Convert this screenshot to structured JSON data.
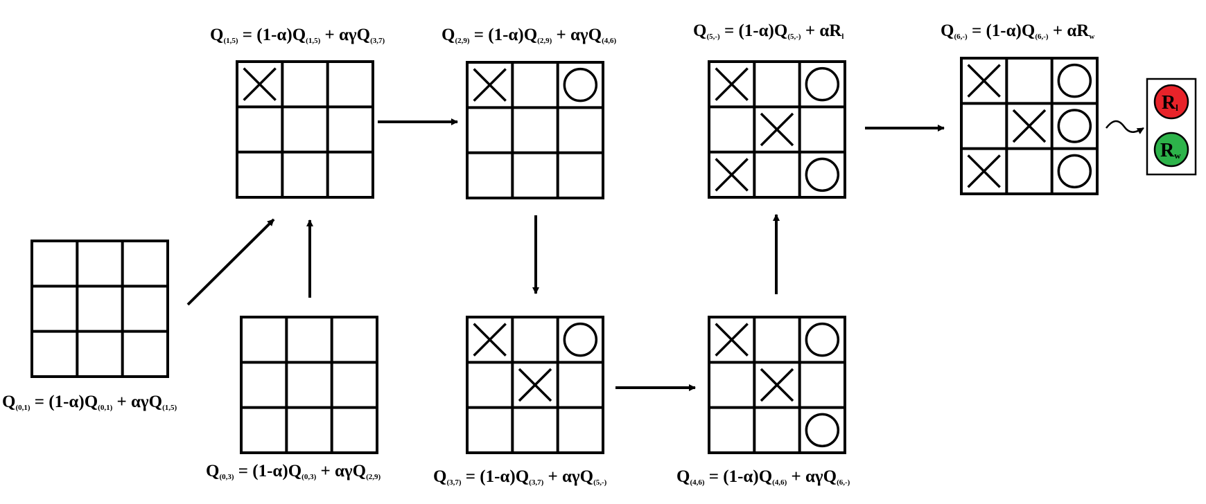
{
  "colors": {
    "stroke": "#000000",
    "background": "#ffffff",
    "loss": "#e8232a",
    "win": "#2db34a"
  },
  "states": [
    {
      "id": "s01",
      "cells": [
        "",
        "",
        "",
        "",
        "",
        "",
        "",
        "",
        ""
      ],
      "equation": {
        "q1": "Q",
        "s1": "(0,1)",
        "t2": " = (1-α)Q",
        "s2": "(0,1)",
        "t3": " + αγQ",
        "s3": "(1,5)"
      }
    },
    {
      "id": "s03",
      "cells": [
        "",
        "",
        "",
        "",
        "",
        "",
        "",
        "",
        ""
      ],
      "equation": {
        "q1": "Q",
        "s1": "(0,3)",
        "t2": " = (1-α)Q",
        "s2": "(0,3)",
        "t3": " + αγQ",
        "s3": "(2,9)"
      }
    },
    {
      "id": "s15",
      "cells": [
        "X",
        "",
        "",
        "",
        "",
        "",
        "",
        "",
        ""
      ],
      "equation": {
        "q1": "Q",
        "s1": "(1,5)",
        "t2": " = (1-α)Q",
        "s2": "(1,5)",
        "t3": " + αγQ",
        "s3": "(3,7)"
      }
    },
    {
      "id": "s29",
      "cells": [
        "X",
        "",
        "O",
        "",
        "",
        "",
        "",
        "",
        ""
      ],
      "equation": {
        "q1": "Q",
        "s1": "(2,9)",
        "t2": " = (1-α)Q",
        "s2": "(2,9)",
        "t3": " + αγQ",
        "s3": "(4,6)"
      }
    },
    {
      "id": "s37",
      "cells": [
        "X",
        "",
        "O",
        "",
        "X",
        "",
        "",
        "",
        ""
      ],
      "equation": {
        "q1": "Q",
        "s1": "(3,7)",
        "t2": " = (1-α)Q",
        "s2": "(3,7)",
        "t3": " + αγQ",
        "s3": "(5,-)"
      }
    },
    {
      "id": "s46",
      "cells": [
        "X",
        "",
        "O",
        "",
        "X",
        "",
        "",
        "",
        "O"
      ],
      "equation": {
        "q1": "Q",
        "s1": "(4,6)",
        "t2": " = (1-α)Q",
        "s2": "(4,6)",
        "t3": " + αγQ",
        "s3": "(6,-)"
      }
    },
    {
      "id": "s5",
      "cells": [
        "X",
        "",
        "O",
        "",
        "X",
        "",
        "X",
        "",
        "O"
      ],
      "equation": {
        "q1": "Q",
        "s1": "(5,-)",
        "t2": " = (1-α)Q",
        "s2": "(5,-)",
        "t3": " + αR",
        "s3": "l"
      }
    },
    {
      "id": "s6",
      "cells": [
        "X",
        "",
        "O",
        "",
        "X",
        "O",
        "X",
        "",
        "O"
      ],
      "equation": {
        "q1": "Q",
        "s1": "(6,-)",
        "t2": " = (1-α)Q",
        "s2": "(6,-)",
        "t3": " + αR",
        "s3": "w"
      }
    }
  ],
  "rewards": {
    "loss": {
      "main": "R",
      "sub": "l"
    },
    "win": {
      "main": "R",
      "sub": "w"
    }
  }
}
